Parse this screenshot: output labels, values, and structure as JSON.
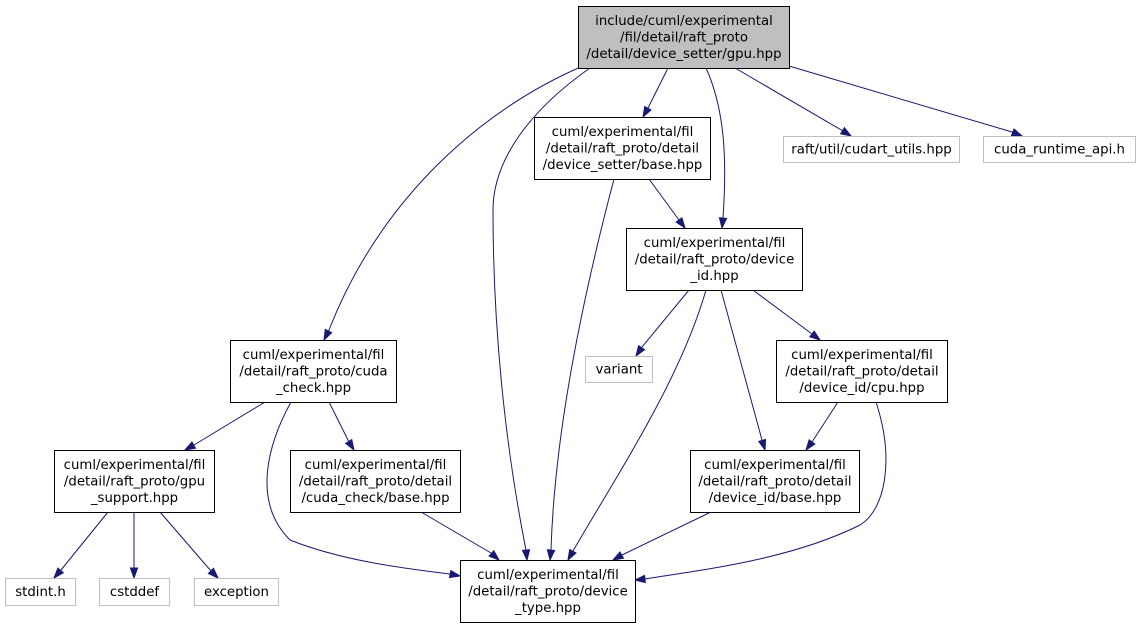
{
  "nodes": [
    {
      "id": "root",
      "lines": [
        "include/cuml/experimental",
        "/fil/detail/raft_proto",
        "/detail/device_setter/gpu.hpp"
      ],
      "kind": "root"
    },
    {
      "id": "setter_base",
      "lines": [
        "cuml/experimental/fil",
        "/detail/raft_proto/detail",
        "/device_setter/base.hpp"
      ],
      "kind": "normal"
    },
    {
      "id": "cudart_utils",
      "lines": [
        "raft/util/cudart_utils.hpp"
      ],
      "kind": "external"
    },
    {
      "id": "cuda_runtime_api",
      "lines": [
        "cuda_runtime_api.h"
      ],
      "kind": "external"
    },
    {
      "id": "device_id",
      "lines": [
        "cuml/experimental/fil",
        "/detail/raft_proto/device",
        "_id.hpp"
      ],
      "kind": "normal"
    },
    {
      "id": "cuda_check",
      "lines": [
        "cuml/experimental/fil",
        "/detail/raft_proto/cuda",
        "_check.hpp"
      ],
      "kind": "normal"
    },
    {
      "id": "variant",
      "lines": [
        "variant"
      ],
      "kind": "external"
    },
    {
      "id": "device_id_cpu",
      "lines": [
        "cuml/experimental/fil",
        "/detail/raft_proto/detail",
        "/device_id/cpu.hpp"
      ],
      "kind": "normal"
    },
    {
      "id": "gpu_support",
      "lines": [
        "cuml/experimental/fil",
        "/detail/raft_proto/gpu",
        "_support.hpp"
      ],
      "kind": "normal"
    },
    {
      "id": "cuda_check_base",
      "lines": [
        "cuml/experimental/fil",
        "/detail/raft_proto/detail",
        "/cuda_check/base.hpp"
      ],
      "kind": "normal"
    },
    {
      "id": "device_id_base",
      "lines": [
        "cuml/experimental/fil",
        "/detail/raft_proto/detail",
        "/device_id/base.hpp"
      ],
      "kind": "normal"
    },
    {
      "id": "stdint",
      "lines": [
        "stdint.h"
      ],
      "kind": "external"
    },
    {
      "id": "cstddef",
      "lines": [
        "cstddef"
      ],
      "kind": "external"
    },
    {
      "id": "exception",
      "lines": [
        "exception"
      ],
      "kind": "external"
    },
    {
      "id": "device_type",
      "lines": [
        "cuml/experimental/fil",
        "/detail/raft_proto/device",
        "_type.hpp"
      ],
      "kind": "normal"
    }
  ],
  "edges": [
    {
      "from": "root",
      "to": "cuda_check"
    },
    {
      "from": "root",
      "to": "device_type"
    },
    {
      "from": "root",
      "to": "setter_base"
    },
    {
      "from": "root",
      "to": "device_id"
    },
    {
      "from": "root",
      "to": "cudart_utils"
    },
    {
      "from": "root",
      "to": "cuda_runtime_api"
    },
    {
      "from": "setter_base",
      "to": "device_type"
    },
    {
      "from": "setter_base",
      "to": "device_id"
    },
    {
      "from": "device_id",
      "to": "variant"
    },
    {
      "from": "device_id",
      "to": "device_type"
    },
    {
      "from": "device_id",
      "to": "device_id_base"
    },
    {
      "from": "device_id",
      "to": "device_id_cpu"
    },
    {
      "from": "cuda_check",
      "to": "gpu_support"
    },
    {
      "from": "cuda_check",
      "to": "device_type"
    },
    {
      "from": "cuda_check",
      "to": "cuda_check_base"
    },
    {
      "from": "device_id_cpu",
      "to": "device_id_base"
    },
    {
      "from": "device_id_cpu",
      "to": "device_type"
    },
    {
      "from": "gpu_support",
      "to": "stdint"
    },
    {
      "from": "gpu_support",
      "to": "cstddef"
    },
    {
      "from": "gpu_support",
      "to": "exception"
    },
    {
      "from": "cuda_check_base",
      "to": "device_type"
    },
    {
      "from": "device_id_base",
      "to": "device_type"
    }
  ],
  "colors": {
    "edge": "#191970",
    "root_fill": "#bfbfbf",
    "node_border": "#000000",
    "external_border": "#bfbfbf"
  }
}
